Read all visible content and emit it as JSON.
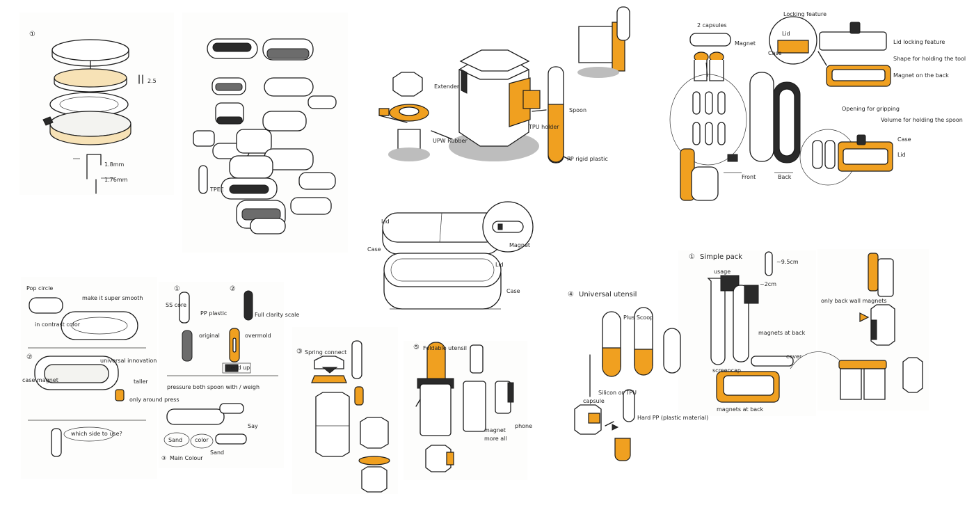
{
  "colors": {
    "paper": "#fdfdfc",
    "ink": "#1b1b1b",
    "accent_orange": "#f0a020",
    "pale_orange": "#f7e2b6",
    "shade_gray": "#6c6c6c"
  },
  "notes": {
    "p1_num": "①",
    "p1_dim_a": "1.8mm",
    "p1_dim_b": "1.76mm",
    "p1_dim_c": "2.5",
    "p2_label": "TPEE",
    "p3_extender": "Extender",
    "p3_pp_rubber": "UPW Rubber",
    "p3_tpu_holder": "TPU holder",
    "p3_spoon": "Spoon",
    "p3_pp_rigid": "PP rigid plastic",
    "p4_capsules": "2 capsules",
    "p4_magnet": "Magnet",
    "p4_locking": "Locking feature",
    "p4_lid": "Lid",
    "p4_case": "Case",
    "p4_lid_locking": "Lid locking feature",
    "p4_shape_for_holding": "Shape for holding the tool",
    "p4_magnet_on_back": "Magnet on the back",
    "p4_opening": "Opening for gripping",
    "p4_volume": "Volume for holding the spoon",
    "p4_case2": "Case",
    "p4_lid2": "Lid",
    "p4_front": "Front",
    "p4_back": "Back",
    "p5_lid": "Lid",
    "p5_case": "Case",
    "p5_magnet": "Magnet",
    "p5_lid2": "Lid",
    "p5_case2": "Case",
    "p6_pop_circle": "Pop circle",
    "p6_make_it": "make it super smooth",
    "p6_in_contrast": "in contrast color",
    "p6_num": "②",
    "p6_universal": "universal innovation",
    "p6_taller": "taller",
    "p6_case_magnet": "case magnet",
    "p6_only": "only around press",
    "p6_which_side": "which side to use?",
    "p7_a": "①",
    "p7_b": "②",
    "p7_ss_core": "SS core",
    "p7_pp_plastic": "PP plastic",
    "p7_full_clarity": "Full clarity scale",
    "p7_original": "original",
    "p7_bendup": "Bend up",
    "p7_overmold": "overmold",
    "p7_p_line": "pressure both spoon with / weigh",
    "p7_sand": "Sand",
    "p7_color": "color",
    "p7_sand2": "Sand",
    "p7_say": "Say",
    "p7_num": "③",
    "p7_main_colour": "Main Colour",
    "p8_num": "③",
    "p8_spring": "Spring connect",
    "p9_num": "⑤",
    "p9_foldable": "Foldable utensil",
    "p9_magnet": "magnet",
    "p9_more": "more all",
    "p9_phone": "phone",
    "p10_num": "④",
    "p10_universal": "Universal utensil",
    "p10_plus": "Plus Scoop",
    "p10_silicon": "Silicon or TPU",
    "p10_capsule": "capsule",
    "p10_hard": "Hard PP (plastic material)",
    "p11_num": "①",
    "p11_simple": "Simple pack",
    "p11_usage": "usage",
    "p11_dim1": "~9.5cm",
    "p11_dim2": "~2cm",
    "p11_magnets": "magnets at back",
    "p11_screencap": "screencap",
    "p11_cover": "cover",
    "p11_magnets_back": "magnets at back",
    "p12_only": "only back wall magnets"
  }
}
